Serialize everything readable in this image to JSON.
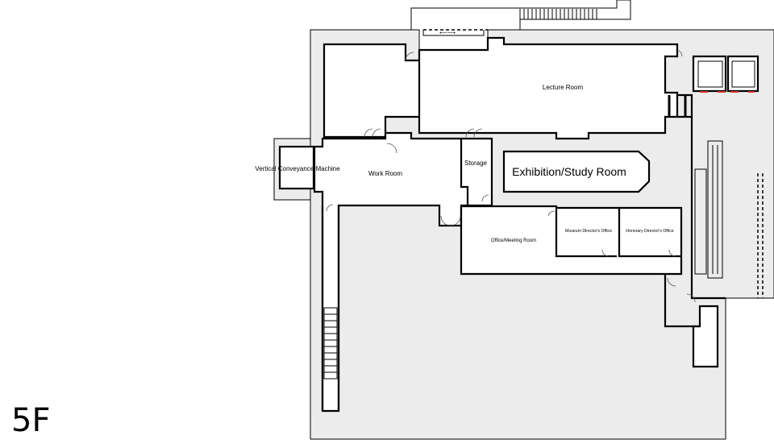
{
  "floor": {
    "label": "5F"
  },
  "rooms": {
    "vertical_conveyance": "Vertical Conveyance Machine",
    "work_room": "Work Room",
    "storage": "Storage",
    "lecture_room": "Lecture Room",
    "exhibition_study_room": "Exhibition/Study Room",
    "office_meeting_room": "Office/Meeting Room",
    "museum_directors_office": "Museum Director's Office",
    "honorary_directors_office": "Honorary Director's Office"
  },
  "colors": {
    "floor_fill": "#ececec",
    "room_fill": "#ffffff",
    "wall": "#000000",
    "accent_door": "#d8312a"
  }
}
